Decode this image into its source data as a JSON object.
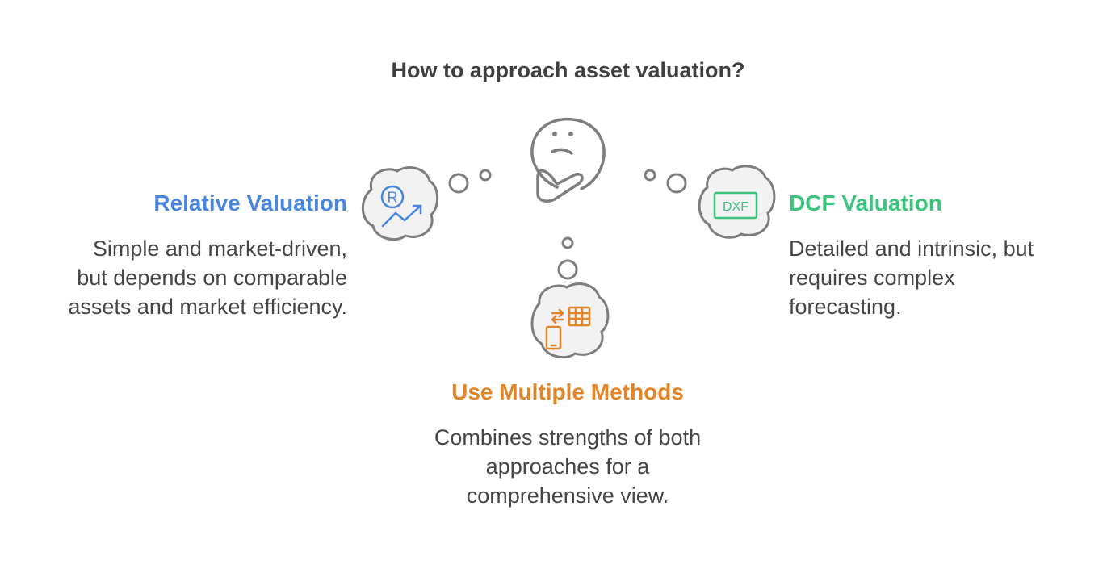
{
  "title": "How to approach asset valuation?",
  "options": [
    {
      "heading": "Relative Valuation",
      "lines": [
        "Simple and market-driven,",
        "but depends on comparable",
        "assets and market efficiency."
      ],
      "color": "#4a86e0",
      "icon": "chart-trend-icon"
    },
    {
      "heading": "DCF Valuation",
      "lines": [
        "Detailed and intrinsic, but",
        "requires complex",
        "forecasting."
      ],
      "color": "#3cc47e",
      "icon": "dxf-file-icon"
    },
    {
      "heading": "Use Multiple Methods",
      "lines": [
        "Combines strengths of both",
        "approaches for a",
        "comprehensive view."
      ],
      "color": "#e0852a",
      "icon": "phone-table-icon"
    }
  ],
  "colors": {
    "outline": "#7d7d7d",
    "cloud_fill": "#f2f2f2",
    "text": "#454545",
    "title": "#3f3f3f"
  },
  "icons": {
    "center": "thinking-face-icon"
  }
}
